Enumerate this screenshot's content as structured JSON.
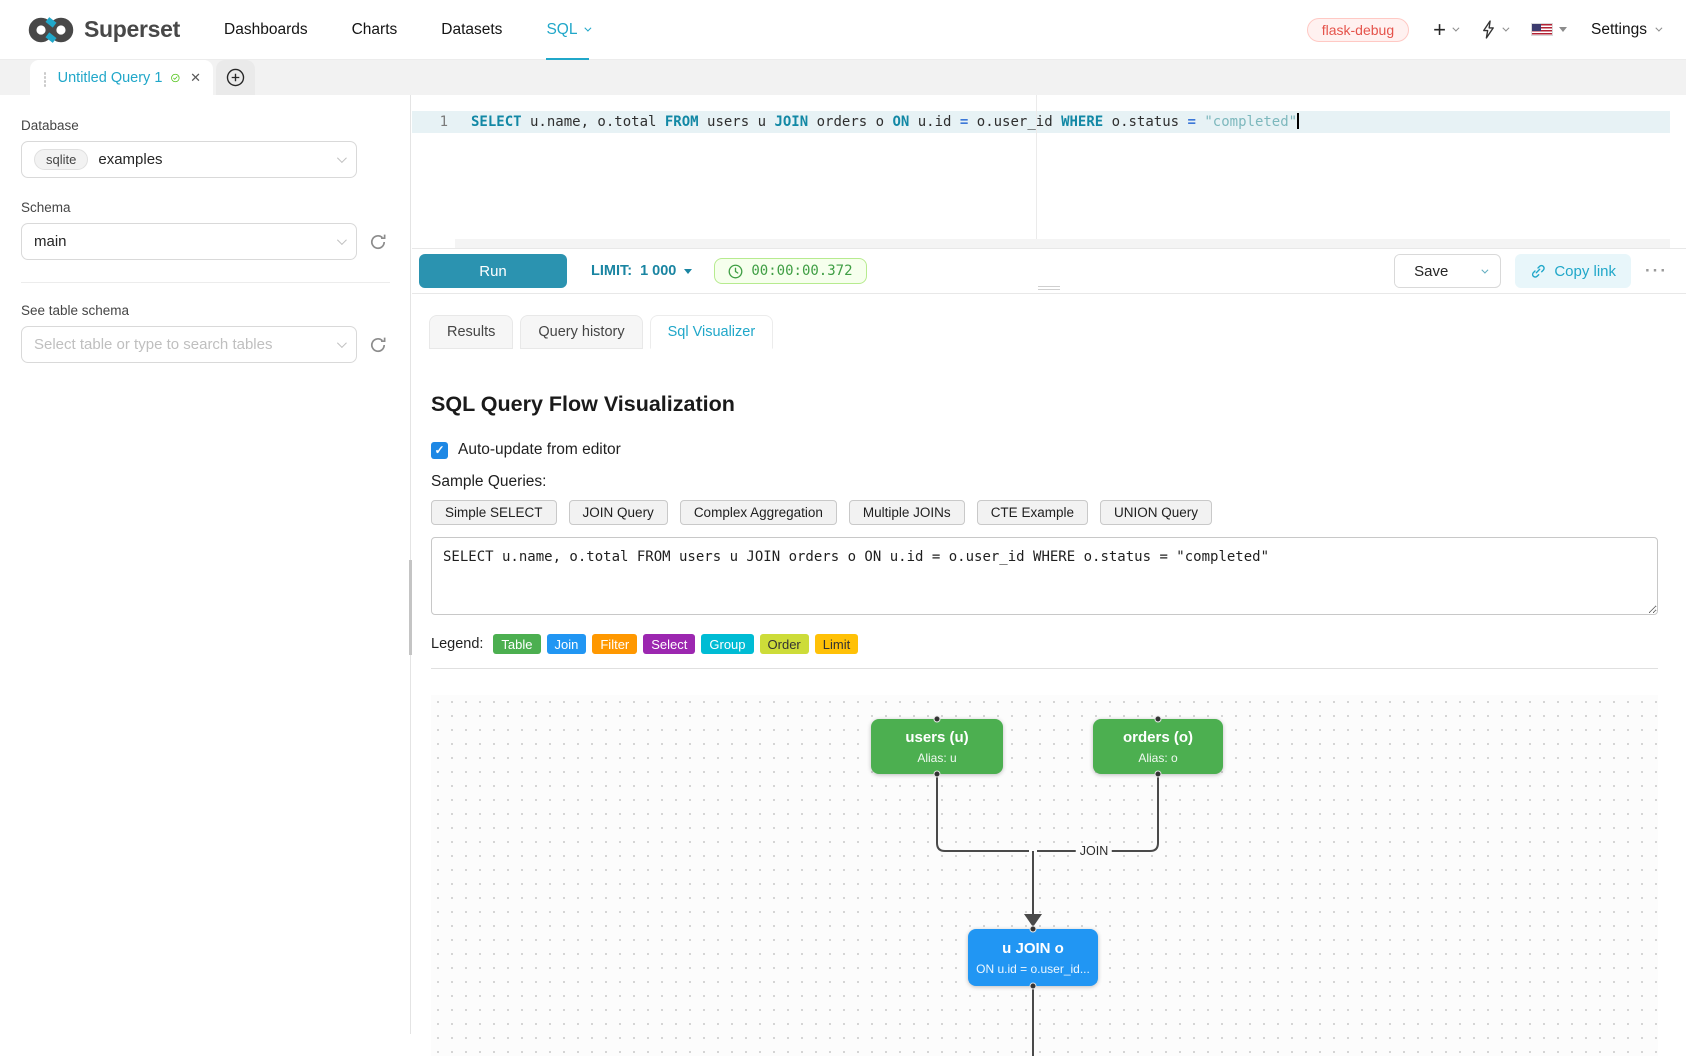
{
  "navbar": {
    "brand": "Superset",
    "items": [
      {
        "label": "Dashboards"
      },
      {
        "label": "Charts"
      },
      {
        "label": "Datasets"
      },
      {
        "label": "SQL"
      }
    ],
    "env_badge": "flask-debug",
    "settings_label": "Settings"
  },
  "tabstrip": {
    "active_tab_title": "Untitled Query 1"
  },
  "sidebar": {
    "database_label": "Database",
    "database_engine": "sqlite",
    "database_value": "examples",
    "schema_label": "Schema",
    "schema_value": "main",
    "table_label": "See table schema",
    "table_placeholder": "Select table or type to search tables"
  },
  "editor": {
    "line_number": "1",
    "tokens": [
      "SELECT",
      " u.name, o.total ",
      "FROM",
      " users u ",
      "JOIN",
      " orders o ",
      "ON",
      " u.id ",
      "=",
      " o.user_id ",
      "WHERE",
      " o.status ",
      "=",
      " \"completed\""
    ]
  },
  "toolbar": {
    "run_label": "Run",
    "limit_label": "LIMIT:",
    "limit_value": "1 000",
    "timer_value": "00:00:00.372",
    "save_label": "Save",
    "copy_link_label": "Copy link",
    "more_label": "···"
  },
  "result_tabs": [
    {
      "label": "Results"
    },
    {
      "label": "Query history"
    },
    {
      "label": "Sql Visualizer"
    }
  ],
  "visualizer": {
    "title": "SQL Query Flow Visualization",
    "auto_update_label": "Auto-update from editor",
    "sample_queries_label": "Sample Queries:",
    "sample_buttons": [
      "Simple SELECT",
      "JOIN Query",
      "Complex Aggregation",
      "Multiple JOINs",
      "CTE Example",
      "UNION Query"
    ],
    "query_text": "SELECT u.name, o.total FROM users u JOIN orders o ON u.id = o.user_id WHERE o.status = \"completed\"",
    "legend_label": "Legend:",
    "legend_items": [
      {
        "label": "Table",
        "color": "#4caf50",
        "text": "#ffffff"
      },
      {
        "label": "Join",
        "color": "#2196f3",
        "text": "#ffffff"
      },
      {
        "label": "Filter",
        "color": "#ff9800",
        "text": "#ffffff"
      },
      {
        "label": "Select",
        "color": "#9c27b0",
        "text": "#ffffff"
      },
      {
        "label": "Group",
        "color": "#00bcd4",
        "text": "#ffffff"
      },
      {
        "label": "Order",
        "color": "#cddc39",
        "text": "#333333"
      },
      {
        "label": "Limit",
        "color": "#ffc107",
        "text": "#333333"
      }
    ],
    "diagram": {
      "nodes": [
        {
          "title": "users (u)",
          "subtitle": "Alias: u",
          "color": "#4caf50"
        },
        {
          "title": "orders (o)",
          "subtitle": "Alias: o",
          "color": "#4caf50"
        },
        {
          "title": "u JOIN o",
          "subtitle": "ON u.id = o.user_id...",
          "color": "#2196f3"
        }
      ],
      "edge_label": "JOIN"
    }
  },
  "colors": {
    "accent": "#20a7c9",
    "limit_teal": "#1a85a2",
    "run_button": "#2b93b0",
    "timer_green": "#3f9e44",
    "keyword": "#1288a5",
    "operator": "#3c78d8",
    "string": "#7db8bd"
  }
}
